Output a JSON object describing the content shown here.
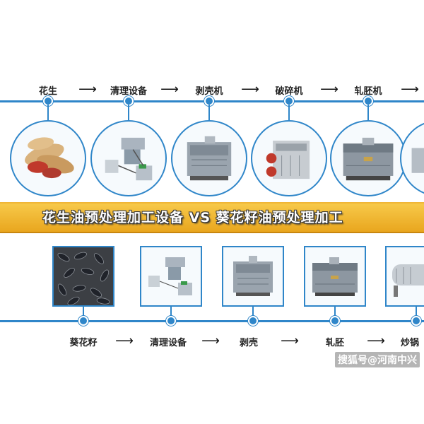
{
  "top_row": {
    "steps": [
      "花生",
      "清理设备",
      "剥壳机",
      "破碎机",
      "轧胚机"
    ],
    "arrow": "⟶"
  },
  "banner": {
    "title": "花生油预处理加工设备 VS 葵花籽油预处理加工"
  },
  "bottom_row": {
    "steps": [
      "葵花籽",
      "清理设备",
      "剥壳",
      "轧胚",
      "炒锅"
    ],
    "arrow": "⟶"
  },
  "watermark": "搜狐号@河南中兴",
  "colors": {
    "line": "#2f86c9",
    "banner_top": "#f7c94a",
    "banner_bottom": "#e9a61e"
  }
}
